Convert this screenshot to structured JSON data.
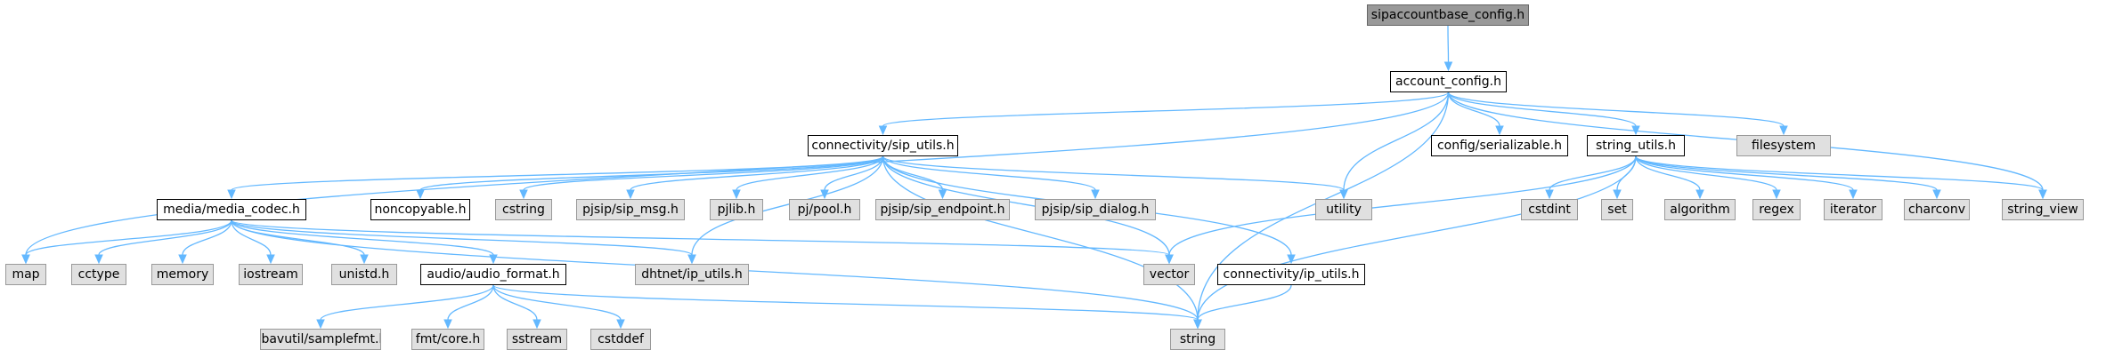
{
  "graph": {
    "root": "sipaccountbase_config.h",
    "nodes": {
      "root": {
        "label": "sipaccountbase_config.h",
        "kind": "root"
      },
      "acct": {
        "label": "account_config.h",
        "kind": "doc"
      },
      "sip": {
        "label": "connectivity/sip_utils.h",
        "kind": "doc"
      },
      "serial": {
        "label": "config/serializable.h",
        "kind": "doc"
      },
      "strutil": {
        "label": "string_utils.h",
        "kind": "doc"
      },
      "fs": {
        "label": "filesystem",
        "kind": "system"
      },
      "media": {
        "label": "media/media_codec.h",
        "kind": "doc"
      },
      "noncopy": {
        "label": "noncopyable.h",
        "kind": "doc"
      },
      "cstring": {
        "label": "cstring",
        "kind": "system"
      },
      "sipmsg": {
        "label": "pjsip/sip_msg.h",
        "kind": "system"
      },
      "pjlib": {
        "label": "pjlib.h",
        "kind": "system"
      },
      "pool": {
        "label": "pj/pool.h",
        "kind": "system"
      },
      "endpoint": {
        "label": "pjsip/sip_endpoint.h",
        "kind": "system"
      },
      "dialog": {
        "label": "pjsip/sip_dialog.h",
        "kind": "system"
      },
      "utility": {
        "label": "utility",
        "kind": "system"
      },
      "cstdint": {
        "label": "cstdint",
        "kind": "system"
      },
      "set": {
        "label": "set",
        "kind": "system"
      },
      "algorithm": {
        "label": "algorithm",
        "kind": "system"
      },
      "regex": {
        "label": "regex",
        "kind": "system"
      },
      "iterator": {
        "label": "iterator",
        "kind": "system"
      },
      "charconv": {
        "label": "charconv",
        "kind": "system"
      },
      "strview": {
        "label": "string_view",
        "kind": "system"
      },
      "map": {
        "label": "map",
        "kind": "system"
      },
      "cctype": {
        "label": "cctype",
        "kind": "system"
      },
      "memory": {
        "label": "memory",
        "kind": "system"
      },
      "iostream": {
        "label": "iostream",
        "kind": "system"
      },
      "unistd": {
        "label": "unistd.h",
        "kind": "system"
      },
      "audiofmt": {
        "label": "audio/audio_format.h",
        "kind": "doc"
      },
      "dhtip": {
        "label": "dhtnet/ip_utils.h",
        "kind": "system"
      },
      "vector": {
        "label": "vector",
        "kind": "system"
      },
      "connip": {
        "label": "connectivity/ip_utils.h",
        "kind": "doc"
      },
      "samplefmt": {
        "label": "libavutil/samplefmt.h",
        "kind": "system"
      },
      "fmtcore": {
        "label": "fmt/core.h",
        "kind": "system"
      },
      "sstream": {
        "label": "sstream",
        "kind": "system"
      },
      "cstddef": {
        "label": "cstddef",
        "kind": "system"
      },
      "string": {
        "label": "string",
        "kind": "system"
      }
    },
    "edges": [
      [
        "root",
        "acct"
      ],
      [
        "acct",
        "map"
      ],
      [
        "acct",
        "sip"
      ],
      [
        "acct",
        "utility"
      ],
      [
        "acct",
        "string"
      ],
      [
        "acct",
        "serial"
      ],
      [
        "acct",
        "strutil"
      ],
      [
        "acct",
        "fs"
      ],
      [
        "acct",
        "strview"
      ],
      [
        "sip",
        "media"
      ],
      [
        "sip",
        "noncopy"
      ],
      [
        "sip",
        "cstring"
      ],
      [
        "sip",
        "sipmsg"
      ],
      [
        "sip",
        "pjlib"
      ],
      [
        "sip",
        "pool"
      ],
      [
        "sip",
        "endpoint"
      ],
      [
        "sip",
        "dialog"
      ],
      [
        "sip",
        "utility"
      ],
      [
        "sip",
        "vector"
      ],
      [
        "sip",
        "string"
      ],
      [
        "sip",
        "connip"
      ],
      [
        "sip",
        "dhtip"
      ],
      [
        "strutil",
        "cstdint"
      ],
      [
        "strutil",
        "set"
      ],
      [
        "strutil",
        "algorithm"
      ],
      [
        "strutil",
        "regex"
      ],
      [
        "strutil",
        "iterator"
      ],
      [
        "strutil",
        "charconv"
      ],
      [
        "strutil",
        "strview"
      ],
      [
        "strutil",
        "vector"
      ],
      [
        "strutil",
        "string"
      ],
      [
        "media",
        "map"
      ],
      [
        "media",
        "cctype"
      ],
      [
        "media",
        "memory"
      ],
      [
        "media",
        "iostream"
      ],
      [
        "media",
        "unistd"
      ],
      [
        "media",
        "audiofmt"
      ],
      [
        "media",
        "dhtip"
      ],
      [
        "media",
        "vector"
      ],
      [
        "media",
        "string"
      ],
      [
        "audiofmt",
        "samplefmt"
      ],
      [
        "audiofmt",
        "fmtcore"
      ],
      [
        "audiofmt",
        "sstream"
      ],
      [
        "audiofmt",
        "cstddef"
      ],
      [
        "audiofmt",
        "string"
      ],
      [
        "connip",
        "string"
      ]
    ]
  }
}
